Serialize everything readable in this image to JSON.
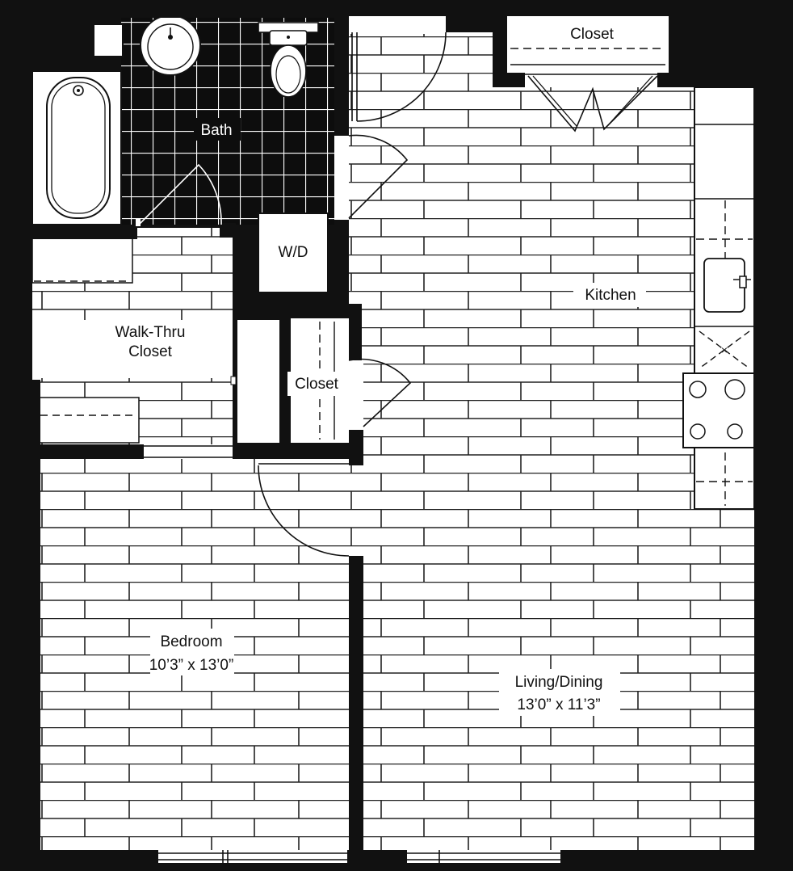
{
  "rooms": {
    "bath": "Bath",
    "washer_dryer": "W/D",
    "closet_top": "Closet",
    "closet_mid": "Closet",
    "walk_thru_closet": [
      "Walk-Thru",
      "Closet"
    ],
    "kitchen": "Kitchen",
    "bedroom": "Bedroom",
    "bedroom_size": "10’3” x 13’0”",
    "living_dining": "Living/Dining",
    "living_dining_size": "13’0” x 11’3”"
  },
  "colors": {
    "wall": "#111111",
    "floor_lines": "#222222",
    "bath_floor": "#0d0d0d",
    "background": "#ffffff"
  }
}
